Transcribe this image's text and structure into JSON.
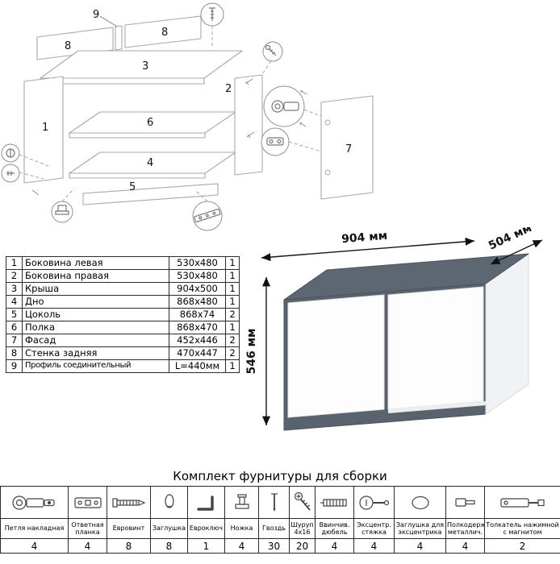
{
  "diagram": {
    "labels": {
      "p1": "1",
      "p2": "2",
      "p3": "3",
      "p4": "4",
      "p5": "5",
      "p6": "6",
      "p7": "7",
      "p8": "8",
      "p9": "9"
    }
  },
  "parts": {
    "rows": [
      {
        "num": "1",
        "name": "Боковина левая",
        "size": "530x480",
        "qty": "1"
      },
      {
        "num": "2",
        "name": "Боковина правая",
        "size": "530x480",
        "qty": "1"
      },
      {
        "num": "3",
        "name": "Крыша",
        "size": "904x500",
        "qty": "1"
      },
      {
        "num": "4",
        "name": "Дно",
        "size": "868x480",
        "qty": "1"
      },
      {
        "num": "5",
        "name": "Цоколь",
        "size": "868x74",
        "qty": "2"
      },
      {
        "num": "6",
        "name": "Полка",
        "size": "868x470",
        "qty": "1"
      },
      {
        "num": "7",
        "name": "Фасад",
        "size": "452x446",
        "qty": "2"
      },
      {
        "num": "8",
        "name": "Стенка задняя",
        "size": "470x447",
        "qty": "2"
      },
      {
        "num": "9",
        "name": "Профиль соединительный",
        "size": "L=440мм",
        "qty": "1"
      }
    ]
  },
  "render": {
    "width": "904 мм",
    "depth": "504 мм",
    "height": "546 мм"
  },
  "hardware": {
    "title": "Комплект фурнитуры для сборки",
    "items": [
      {
        "icon": "hinge-icon",
        "name": "Петля накладная",
        "qty": "4"
      },
      {
        "icon": "strike-plate-icon",
        "name": "Ответная планка",
        "qty": "4"
      },
      {
        "icon": "confirmat-screw-icon",
        "name": "Евровинт",
        "qty": "8"
      },
      {
        "icon": "cap-icon",
        "name": "Заглушка",
        "qty": "8"
      },
      {
        "icon": "hex-key-icon",
        "name": "Евроключ",
        "qty": "1"
      },
      {
        "icon": "foot-icon",
        "name": "Ножка",
        "qty": "4"
      },
      {
        "icon": "nail-icon",
        "name": "Гвоздь",
        "qty": "30"
      },
      {
        "icon": "screw-icon",
        "name": "Шуруп 4x16",
        "qty": "20"
      },
      {
        "icon": "dowel-icon",
        "name": "Ввинчив. дюбель",
        "qty": "4"
      },
      {
        "icon": "cam-lock-icon",
        "name": "Эксцентр. стяжка",
        "qty": "4"
      },
      {
        "icon": "cam-cap-icon",
        "name": "Заглушка для эксцентрика",
        "qty": "4"
      },
      {
        "icon": "shelf-support-icon",
        "name": "Полкодерж. металлич.",
        "qty": "4"
      },
      {
        "icon": "push-latch-icon",
        "name": "Толкатель нажимной с магнитом",
        "qty": "2"
      }
    ]
  }
}
